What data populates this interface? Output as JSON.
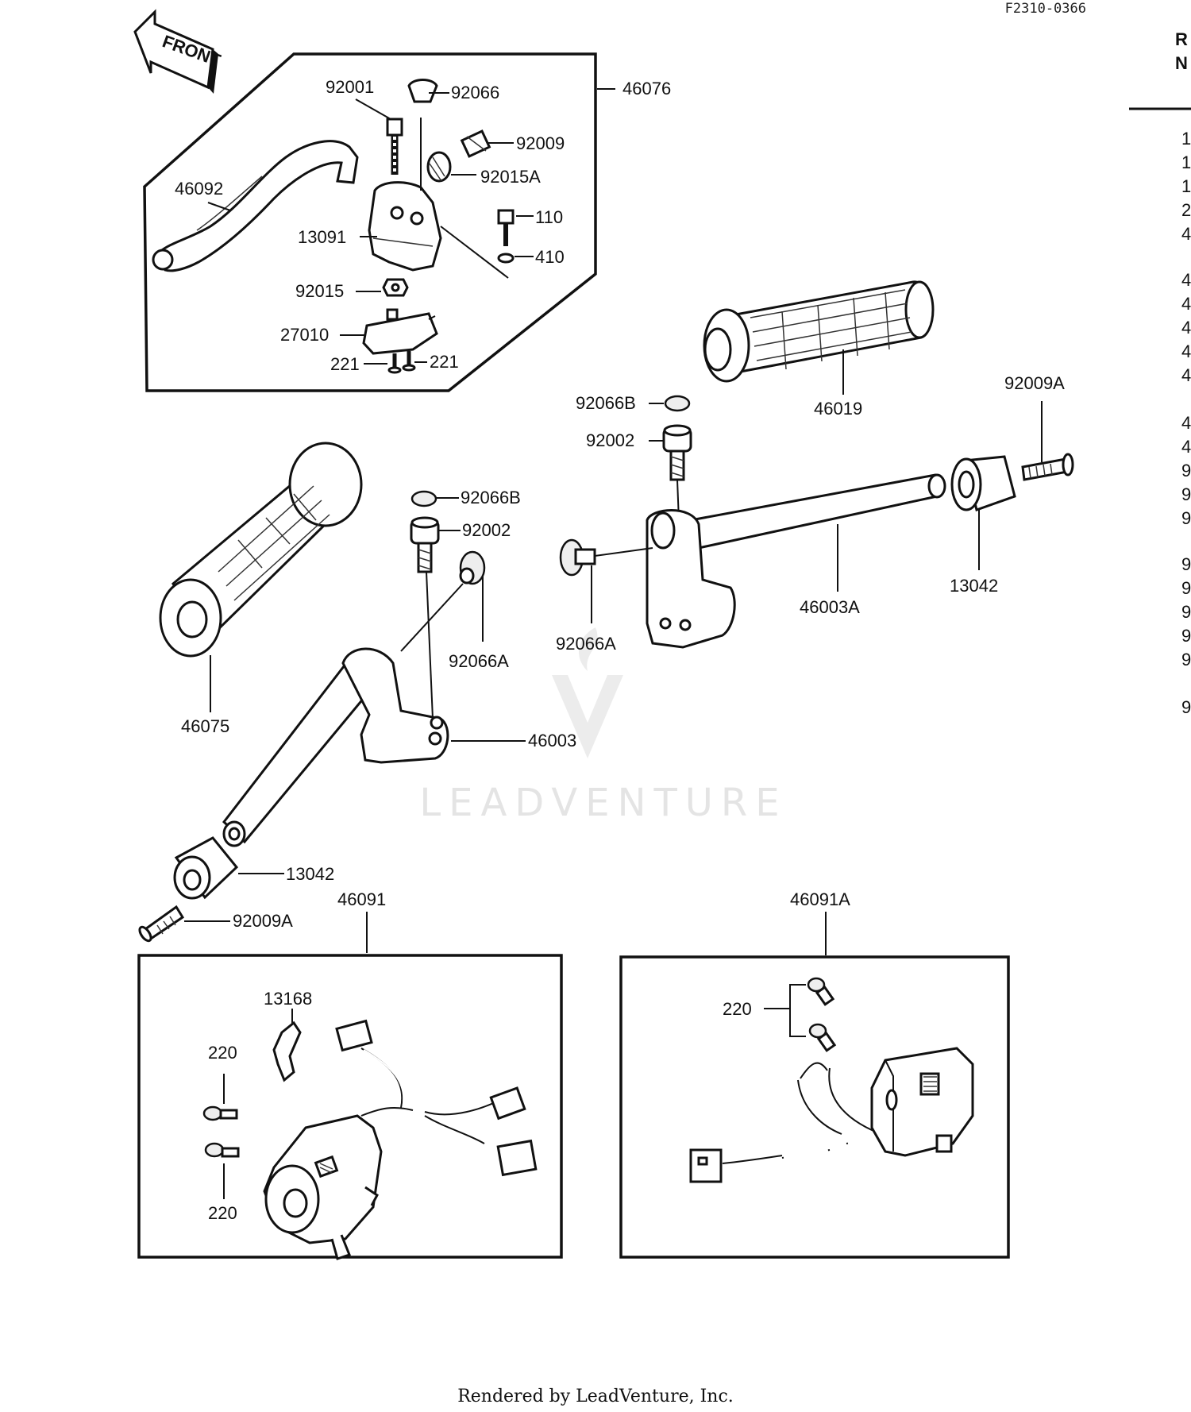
{
  "header": {
    "diagram_code": "F2310-0366",
    "ref_header_line1": "R",
    "ref_header_line2": "N"
  },
  "front_arrow": {
    "text": "FRONT"
  },
  "callouts": {
    "p92001": "92001",
    "p92066": "92066",
    "p46076": "46076",
    "p92009": "92009",
    "p92015A": "92015A",
    "p46092": "46092",
    "p110": "110",
    "p13091": "13091",
    "p410": "410",
    "p92015": "92015",
    "p27010": "27010",
    "p221a": "221",
    "p221b": "221",
    "p46019": "46019",
    "p92066B_r": "92066B",
    "p92009A_r": "92009A",
    "p92002_r": "92002",
    "p92066B_l": "92066B",
    "p92002_l": "92002",
    "p92066A_r": "92066A",
    "p46003A": "46003A",
    "p13042_r": "13042",
    "p92066A_l": "92066A",
    "p46075": "46075",
    "p46003": "46003",
    "p13042_l": "13042",
    "p92009A_l": "92009A",
    "p46091": "46091",
    "p46091A": "46091A",
    "p13168": "13168",
    "p220a": "220",
    "p220b": "220",
    "p220c": "220"
  },
  "ref_column": [
    "1",
    "1",
    "1",
    "2",
    "4",
    "4",
    "4",
    "4",
    "4",
    "4",
    "4",
    "4",
    "9",
    "9",
    "9",
    "9",
    "9",
    "9",
    "9",
    "9",
    "9"
  ],
  "watermark": {
    "text": "LEADVENTURE"
  },
  "footer": {
    "text": "Rendered by LeadVenture, Inc."
  }
}
